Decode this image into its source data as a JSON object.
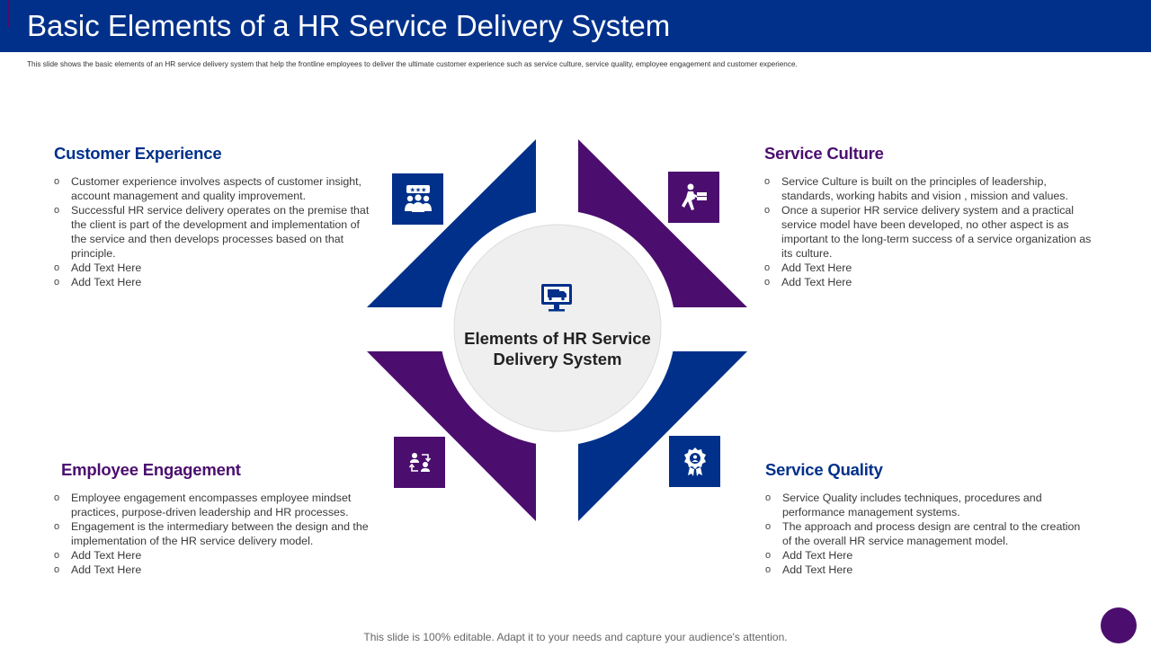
{
  "header": {
    "title": "Basic Elements of a HR Service Delivery System",
    "subtitle": "This slide shows the basic elements of an HR service delivery system that help the frontline employees to deliver the ultimate customer experience such as service culture, service quality, employee engagement and customer experience."
  },
  "colors": {
    "blue": "#00308a",
    "purple": "#4b0e6e",
    "center_circle": "#efefef"
  },
  "center": {
    "title_line1": "Elements of HR Service",
    "title_line2": "Delivery System",
    "icon": "computer-truck-icon"
  },
  "sections": {
    "customer_experience": {
      "title": "Customer Experience",
      "icon": "team-rating-icon",
      "bullets": [
        "Customer experience involves aspects of customer insight, account management and quality improvement.",
        "Successful HR service delivery operates on the premise that the client is part of the development and implementation of the service and then develops processes based on that principle.",
        "Add Text Here",
        "Add Text Here"
      ]
    },
    "service_culture": {
      "title": "Service Culture",
      "icon": "delivery-person-icon",
      "bullets": [
        "Service Culture is built on the principles of leadership, standards, working habits and vision , mission and values.",
        "Once a superior HR service delivery system and a practical service model have been developed, no other aspect is as important to the long-term success of a service organization as its culture.",
        "Add Text Here",
        "Add Text Here"
      ]
    },
    "employee_engagement": {
      "title": "Employee Engagement",
      "icon": "people-exchange-icon",
      "bullets": [
        "Employee engagement encompasses employee mindset practices, purpose-driven leadership and HR processes.",
        "Engagement is the intermediary between the design and the implementation of the HR service delivery model.",
        "Add Text Here",
        "Add Text Here"
      ]
    },
    "service_quality": {
      "title": "Service Quality",
      "icon": "quality-badge-icon",
      "bullets": [
        "Service Quality includes techniques, procedures and performance management systems.",
        "The approach and process design are central to the creation of the overall HR service management model.",
        "Add Text Here",
        "Add Text Here"
      ]
    }
  },
  "footer": {
    "text": "This slide is 100% editable. Adapt it to your needs and capture your audience's attention."
  }
}
